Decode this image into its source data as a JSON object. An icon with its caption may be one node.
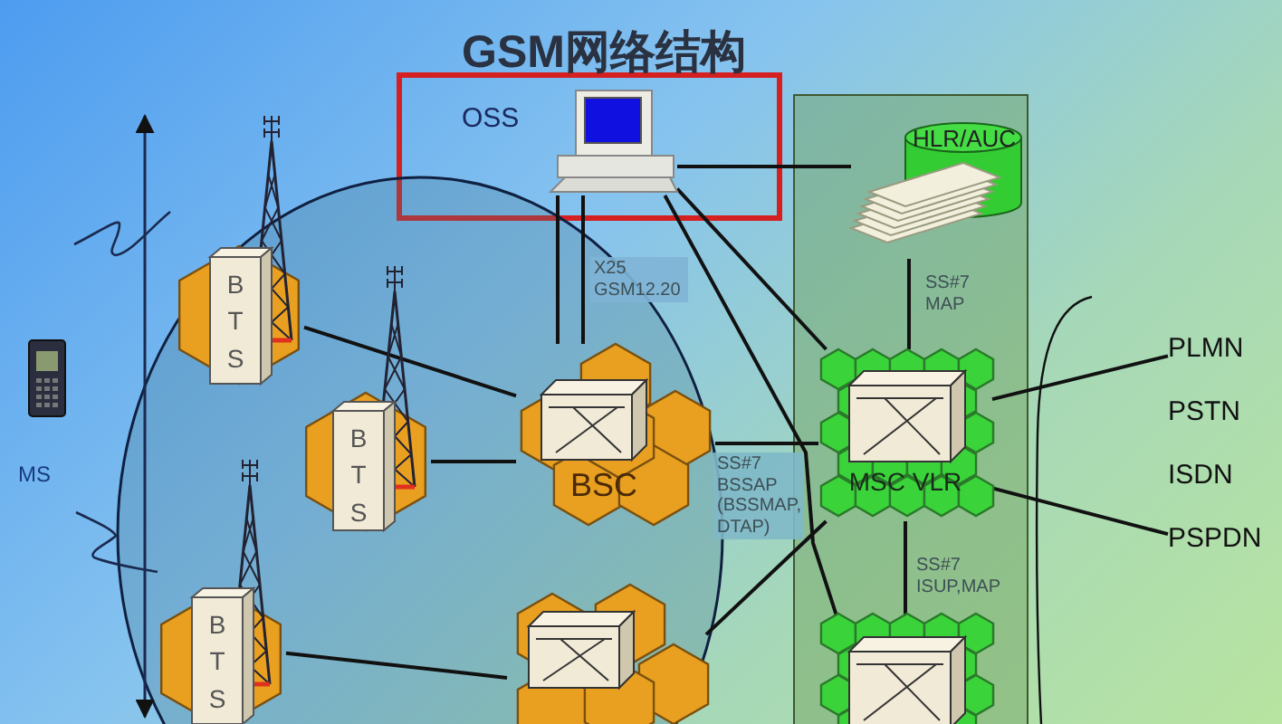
{
  "diagram": {
    "title": "GSM网络结构",
    "nodes": [
      {
        "text": [
          "OSS"
        ]
      },
      {
        "text": [],
        "shape": "picture",
        "in": 0
      },
      {
        "text": [],
        "shape": "box"
      },
      {
        "text": [
          "HLR/AUC"
        ],
        "in": 2
      },
      {
        "text": [
          "MSC VLR"
        ],
        "in": 2
      },
      {
        "text": [],
        "shape": "picture",
        "in": 2
      },
      {
        "text": [],
        "shape": "circle"
      },
      {
        "text": [
          "BTS"
        ],
        "in": 6
      },
      {
        "text": [
          "BTS"
        ],
        "in": 6
      },
      {
        "text": [
          "BTS"
        ],
        "in": 6
      },
      {
        "text": [
          "BSC"
        ],
        "in": 6
      },
      {
        "text": [],
        "shape": "picture",
        "in": 6
      },
      {
        "text": [],
        "shape": "picture",
        "beside": [
          "MS"
        ]
      },
      {
        "text": [
          "PLMN"
        ]
      },
      {
        "text": [
          "PSTN"
        ]
      },
      {
        "text": [
          "ISDN"
        ]
      },
      {
        "text": [
          "PSPDN"
        ]
      }
    ],
    "edges": [
      {
        "from": 1,
        "to": 3,
        "arrow": "none"
      },
      {
        "from": 1,
        "to": 10,
        "arrow": "none",
        "label": "X25 GSM12.20"
      },
      {
        "from": 1,
        "to": 10,
        "arrow": "none"
      },
      {
        "from": 1,
        "to": 4,
        "arrow": "none"
      },
      {
        "from": 1,
        "to": 5,
        "arrow": "none"
      },
      {
        "from": 3,
        "to": 4,
        "arrow": "none",
        "label": "SS#7 MAP"
      },
      {
        "from": 10,
        "to": 4,
        "arrow": "none",
        "label": "SS#7 BSSAP (BSSMAP, DTAP)"
      },
      {
        "from": 4,
        "to": 5,
        "arrow": "none",
        "label": "SS#7 ISUP,MAP"
      },
      {
        "from": 11,
        "to": 4,
        "arrow": "none"
      },
      {
        "from": 7,
        "to": 10,
        "arrow": "none"
      },
      {
        "from": 8,
        "to": 10,
        "arrow": "none"
      },
      {
        "from": 9,
        "to": 11,
        "arrow": "none"
      },
      {
        "from": 4,
        "to": 13,
        "arrow": "none"
      },
      {
        "from": 4,
        "to": 16,
        "arrow": "none"
      }
    ]
  }
}
